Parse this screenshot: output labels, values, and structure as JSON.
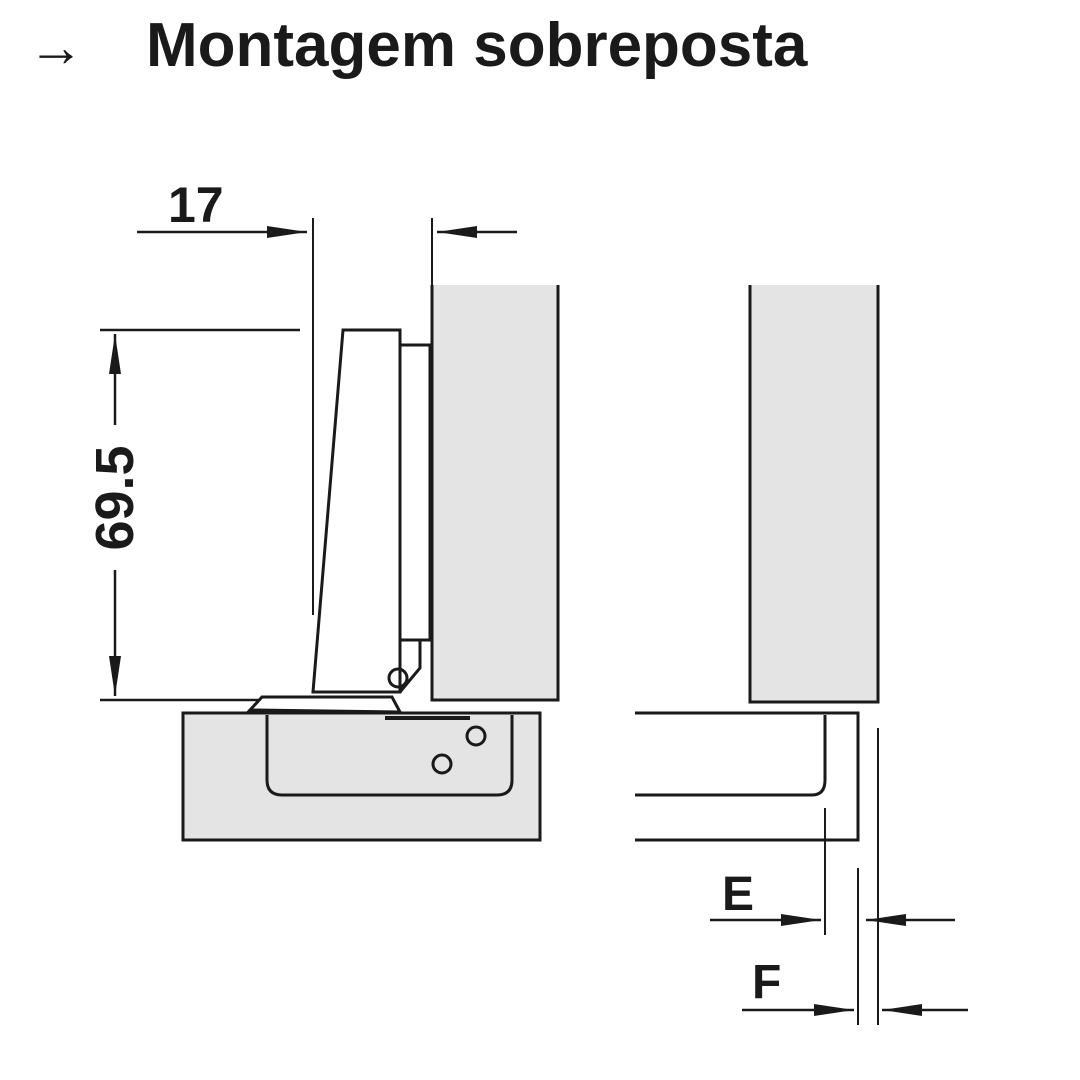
{
  "title": {
    "arrow": "→",
    "text": "Montagem sobreposta"
  },
  "dimensions": {
    "width_label": "17",
    "height_label": "69.5",
    "e_label": "E",
    "f_label": "F"
  },
  "colors": {
    "line": "#1a1a1a",
    "panel_fill": "#e4e4e4",
    "background": "#ffffff"
  }
}
